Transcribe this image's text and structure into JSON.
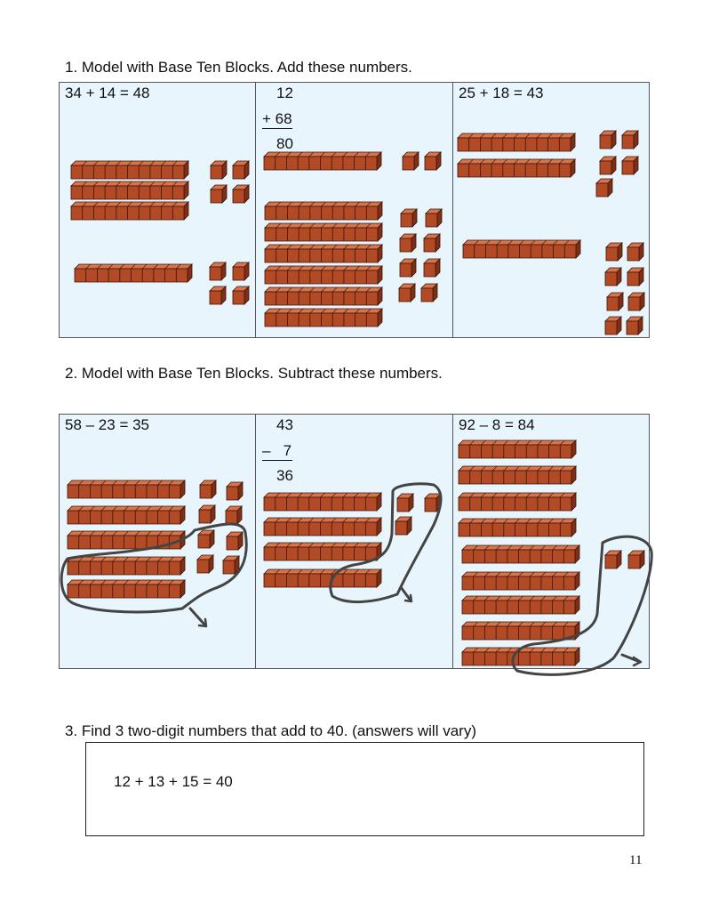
{
  "page": {
    "number": "11"
  },
  "problem1": {
    "heading": "1.    Model with Base Ten Blocks.  Add these numbers.",
    "cells": [
      {
        "equation": "34 + 14 = 48"
      },
      {
        "top": "12",
        "addend": "+ 68",
        "result": "80"
      },
      {
        "equation": "25 + 18 = 43"
      }
    ]
  },
  "problem2": {
    "heading": "2.    Model with Base Ten Blocks.  Subtract these numbers.",
    "cells": [
      {
        "equation": "58 – 23 = 35"
      },
      {
        "top": "43",
        "subtrahend": "–   7",
        "result": "36"
      },
      {
        "equation": "92 – 8 = 84"
      }
    ]
  },
  "problem3": {
    "heading": "3.    Find 3 two-digit numbers that add to 40.  (answers will vary)",
    "answer": "12 + 13 + 15 = 40"
  },
  "colors": {
    "panel_bg": "#e8f5fc",
    "block_front": "#b34a26",
    "block_top": "#d8744c",
    "block_side": "#7e2f16",
    "loop_stroke": "#444444"
  }
}
